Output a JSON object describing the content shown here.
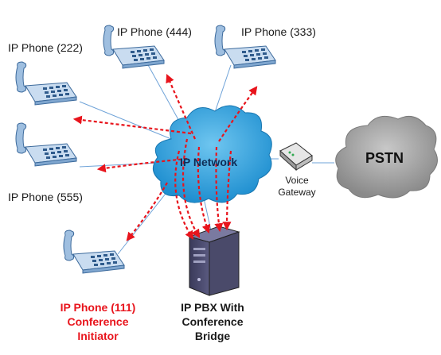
{
  "network": {
    "label": "IP Network"
  },
  "pstn": {
    "label": "PSTN"
  },
  "gateway": {
    "line1": "Voice",
    "line2": "Gateway"
  },
  "phones": {
    "p222": "IP Phone (222)",
    "p444": "IP Phone (444)",
    "p333": "IP Phone (333)",
    "p555": "IP Phone (555)"
  },
  "initiator": {
    "line1": "IP Phone (111)",
    "line2": "Conference",
    "line3": "Initiator"
  },
  "pbx": {
    "line1": "IP PBX With",
    "line2": "Conference",
    "line3": "Bridge"
  },
  "colors": {
    "cloud_network": "#3fa9e0",
    "cloud_pstn": "#9a9a9a",
    "arrow": "#e8141c",
    "link": "#6fa3d8",
    "initiator_text": "#e8141c"
  }
}
